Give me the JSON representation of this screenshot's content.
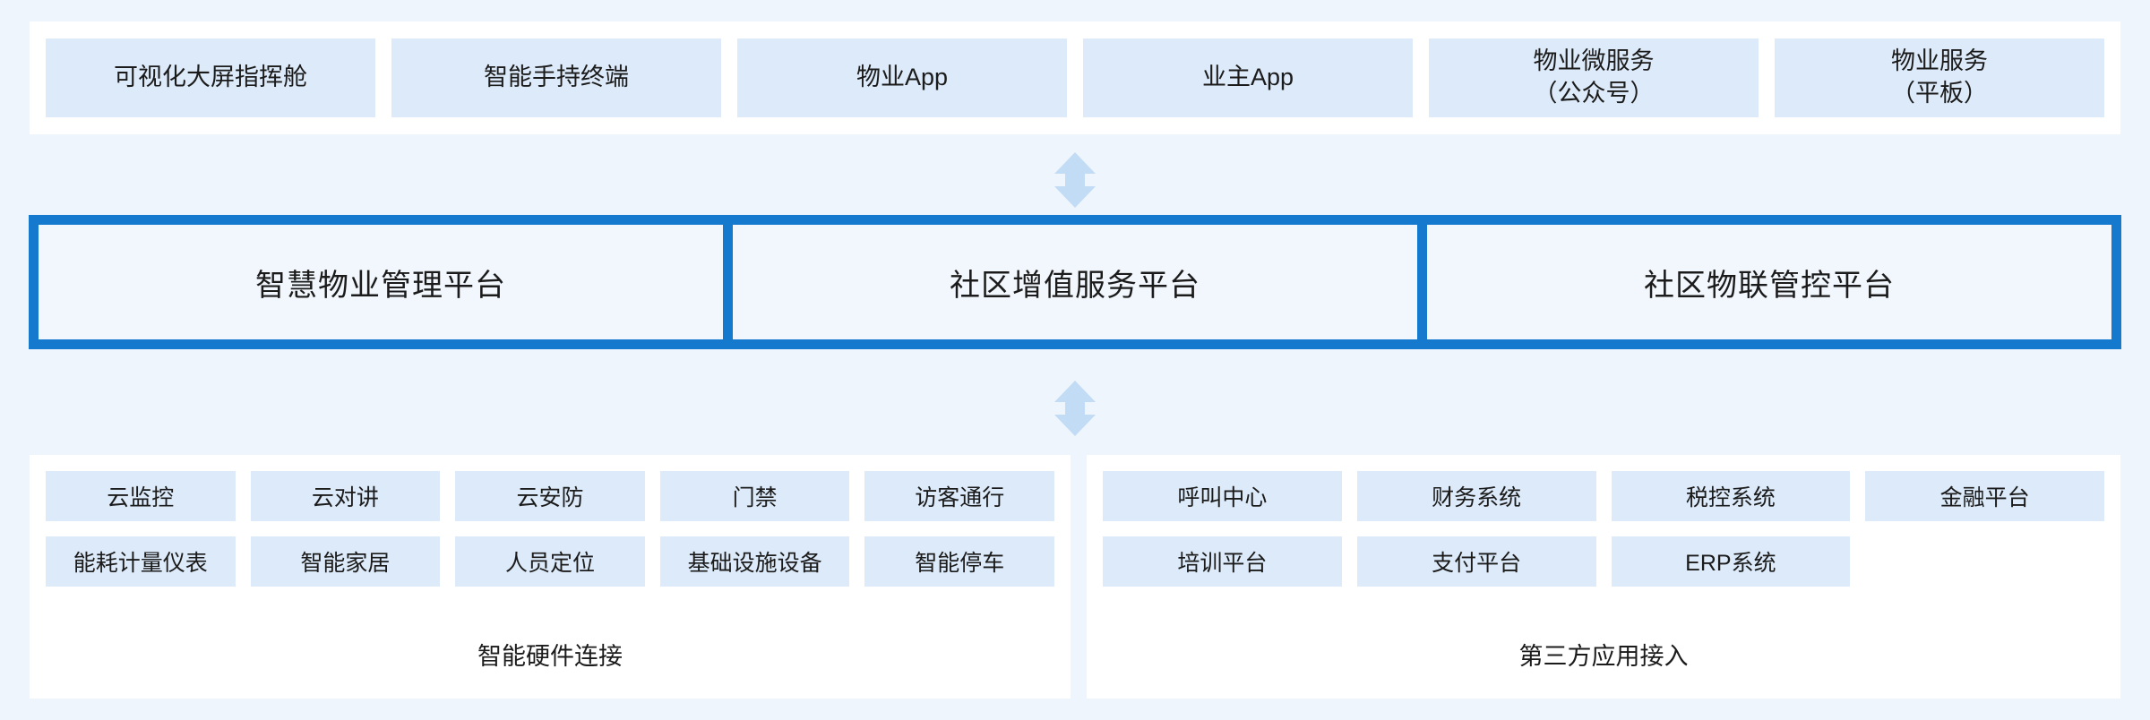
{
  "theme": {
    "page_background": "#eef5fc",
    "card_background": "#ffffff",
    "chip_fill": "#dceaf9",
    "band_border": "#1579ce",
    "band_panel_fill": "#f2f7fd",
    "text_color": "#1b1b1b",
    "arrow_fill": "#c3dcf5"
  },
  "top_row": {
    "items": [
      {
        "label": "可视化大屏指挥舱"
      },
      {
        "label": "智能手持终端"
      },
      {
        "label": "物业App"
      },
      {
        "label": "业主App"
      },
      {
        "label": "物业微服务\n（公众号）"
      },
      {
        "label": "物业服务\n（平板）"
      }
    ]
  },
  "connectors": [
    {
      "name": "arrow-top",
      "kind": "double-headed-vertical-arrow"
    },
    {
      "name": "arrow-bottom",
      "kind": "double-headed-vertical-arrow"
    }
  ],
  "platform_band": {
    "items": [
      {
        "label": "智慧物业管理平台"
      },
      {
        "label": "社区增值服务平台"
      },
      {
        "label": "社区物联管控平台"
      }
    ]
  },
  "bottom_groups": [
    {
      "caption": "智能硬件连接",
      "columns": 5,
      "chips": [
        "云监控",
        "云对讲",
        "云安防",
        "门禁",
        "访客通行",
        "能耗计量仪表",
        "智能家居",
        "人员定位",
        "基础设施设备",
        "智能停车"
      ]
    },
    {
      "caption": "第三方应用接入",
      "columns": 4,
      "chips": [
        "呼叫中心",
        "财务系统",
        "税控系统",
        "金融平台",
        "培训平台",
        "支付平台",
        "ERP系统",
        ""
      ]
    }
  ]
}
